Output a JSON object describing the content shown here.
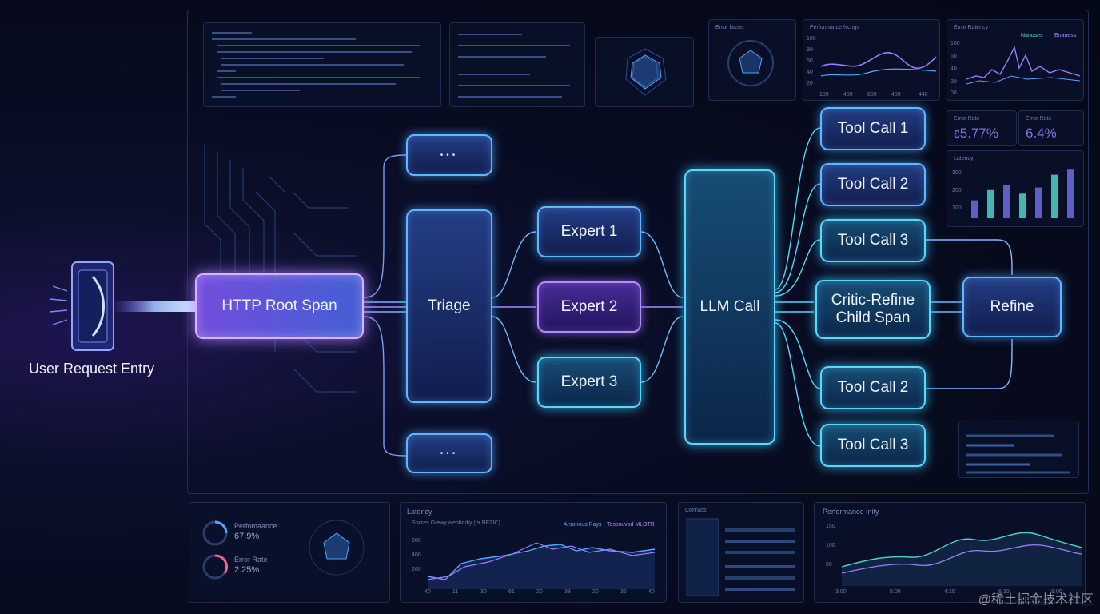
{
  "diagram": {
    "entry_label": "User Request Entry",
    "nodes": {
      "root": "HTTP Root Span",
      "top_dots": "•••",
      "triage": "Triage",
      "bottom_dots": "•••",
      "expert1": "Expert 1",
      "expert2": "Expert 2",
      "expert3": "Expert 3",
      "llm": "LLM Call",
      "tool1": "Tool Call 1",
      "tool2": "Tool Call 2",
      "tool3": "Tool Call 3",
      "critic": "Critic-Refine Child Span",
      "tool2b": "Tool Call 2",
      "tool3b": "Tool Call 3",
      "refine": "Refine"
    }
  },
  "dashboard": {
    "top_panels": {
      "error_title": "Error lasset",
      "perf_title": "Performance Ncngs",
      "perf_axis_y": [
        "100",
        "80",
        "60",
        "40",
        "20"
      ],
      "perf_axis_x": [
        "100",
        "400",
        "600",
        "400",
        "440"
      ],
      "error_latency_title": "Error Ratency",
      "error_latency_legend": [
        "Nanuses",
        "Enaness"
      ],
      "error_latency_axis_y": [
        "100",
        "60",
        "40",
        "20",
        "00"
      ]
    },
    "right_panels": {
      "error_rate_a_title": "Error Rate",
      "error_rate_a_value": "ɛ5.77%",
      "error_rate_b_title": "Error Rots",
      "error_rate_b_value": "6.4%",
      "latency_title": "Latency",
      "latency_axis_y": [
        "300",
        "200",
        "100"
      ],
      "latency_bars": [
        0.35,
        0.55,
        0.65,
        0.48,
        0.6,
        0.85,
        0.95
      ]
    },
    "bottom_panels": {
      "left": {
        "perf_label": "Perfomaance",
        "perf_value": "67.9%",
        "error_label": "Error Rate",
        "error_value": "2.25%"
      },
      "latency": {
        "title": "Latency",
        "subtitle": "Socres Grewy webbadiy (or BEZIC)",
        "legend": [
          "Arsonous Rays",
          "Tescouvod MLOTB"
        ],
        "axis_y": [
          "600",
          "400",
          "200"
        ],
        "axis_x": [
          "40",
          "11",
          "30",
          "61",
          "20",
          "33",
          "20",
          "35",
          "40"
        ]
      },
      "center": {
        "title": "Conrads"
      },
      "performance": {
        "title": "Performance Inity",
        "axis_y": [
          "150",
          "100",
          "50"
        ],
        "axis_x": [
          "3:00",
          "5:00",
          "4:10",
          "6:10",
          "9:00"
        ]
      }
    }
  },
  "colors": {
    "blue": "#5fb8ff",
    "purple": "#b58cff",
    "cyan": "#56d8ff",
    "background": "#070b1e"
  },
  "watermark": "@稀土掘金技术社区"
}
